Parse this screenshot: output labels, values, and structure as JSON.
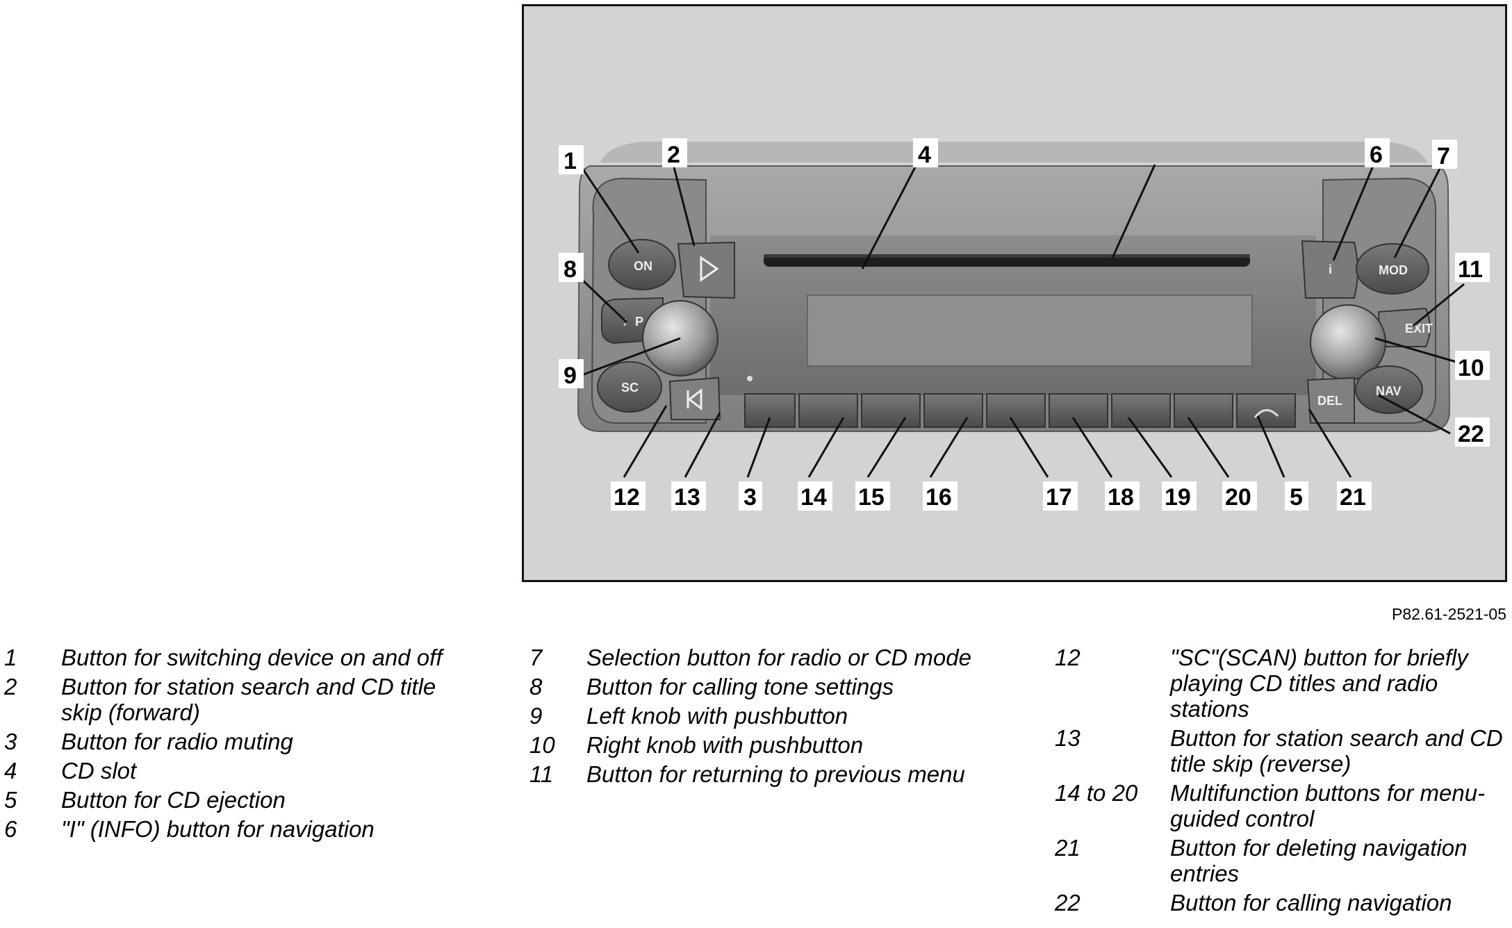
{
  "figure": {
    "code": "P82.61-2521-05",
    "device_labels": {
      "on": "ON",
      "mod": "MOD",
      "exit": "EXIT",
      "nav": "NAV",
      "sc": "SC",
      "del": "DEL",
      "info": "i"
    },
    "callouts": [
      "1",
      "2",
      "3",
      "4",
      "5",
      "6",
      "7",
      "8",
      "9",
      "10",
      "11",
      "12",
      "13",
      "14",
      "15",
      "16",
      "17",
      "18",
      "19",
      "20",
      "21",
      "22"
    ]
  },
  "legend": {
    "col1": [
      {
        "num": "1",
        "text": "Button for switching device on and off"
      },
      {
        "num": "2",
        "text": "Button for station search and CD title skip (forward)"
      },
      {
        "num": "3",
        "text": "Button for radio muting"
      },
      {
        "num": "4",
        "text": "CD slot"
      },
      {
        "num": "5",
        "text": "Button for CD ejection"
      },
      {
        "num": "6",
        "text": "\"I\" (INFO) button for navigation"
      }
    ],
    "col2": [
      {
        "num": "7",
        "text": "Selection button for radio or CD mode"
      },
      {
        "num": "8",
        "text": "Button for calling tone settings"
      },
      {
        "num": "9",
        "text": "Left knob with pushbutton"
      },
      {
        "num": "10",
        "text": "Right knob with pushbutton"
      },
      {
        "num": "11",
        "text": "Button for returning to previous menu"
      }
    ],
    "col3": [
      {
        "num": "12",
        "text": "\"SC\"(SCAN) button for briefly playing CD titles and radio stations"
      },
      {
        "num": "13",
        "text": "Button for station search and CD title skip (reverse)"
      },
      {
        "num": "14 to 20",
        "text": "Multifunction buttons for menu-guided control"
      },
      {
        "num": "21",
        "text": "Button for deleting navigation entries"
      },
      {
        "num": "22",
        "text": "Button for calling navigation"
      }
    ]
  }
}
